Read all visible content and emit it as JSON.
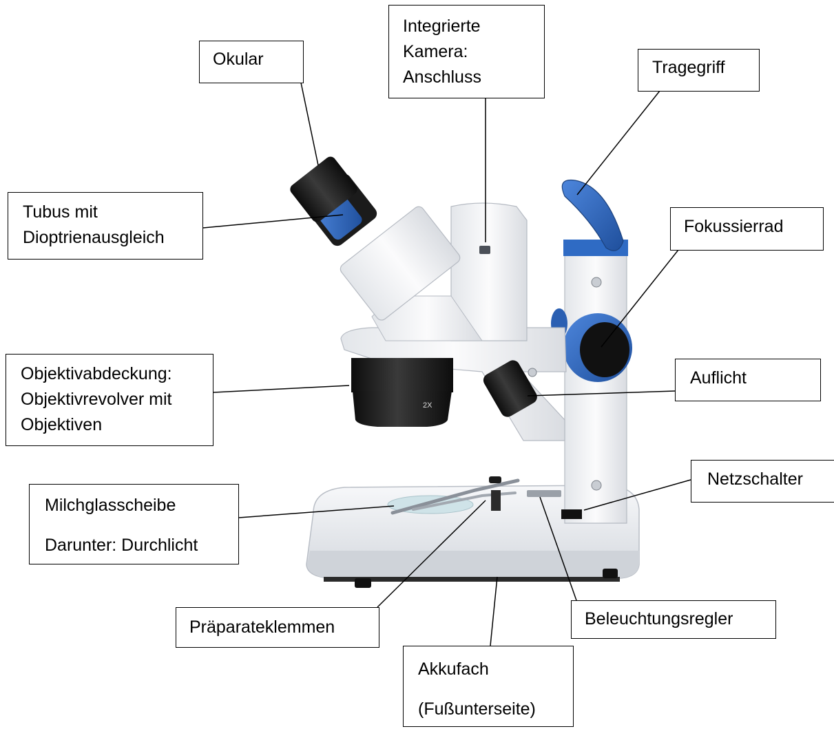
{
  "labels": {
    "okular": [
      "Okular"
    ],
    "kamera": [
      "Integrierte",
      "Kamera:",
      "Anschluss"
    ],
    "tragegriff": [
      "Tragegriff"
    ],
    "tubus": [
      "Tubus mit",
      "Dioptrienausgleich"
    ],
    "fokussierrad": [
      "Fokussierrad"
    ],
    "objektivabdeckung": [
      "Objektivabdeckung:",
      "Objektivrevolver mit",
      "Objektiven"
    ],
    "auflicht": [
      "Auflicht"
    ],
    "netzschalter": [
      "Netzschalter"
    ],
    "milchglasscheibe": [
      "Milchglasscheibe",
      "Darunter: Durchlicht"
    ],
    "praeparateklemmen": [
      "Präparateklemmen"
    ],
    "beleuchtungsregler": [
      "Beleuchtungsregler"
    ],
    "akkufach": [
      "Akkufach",
      "(Fußunterseite)"
    ]
  },
  "objective_marking": "2X",
  "colors": {
    "accent_blue": "#2f6bc4",
    "body_white": "#eef0f3",
    "dark": "#1c1c1c"
  }
}
